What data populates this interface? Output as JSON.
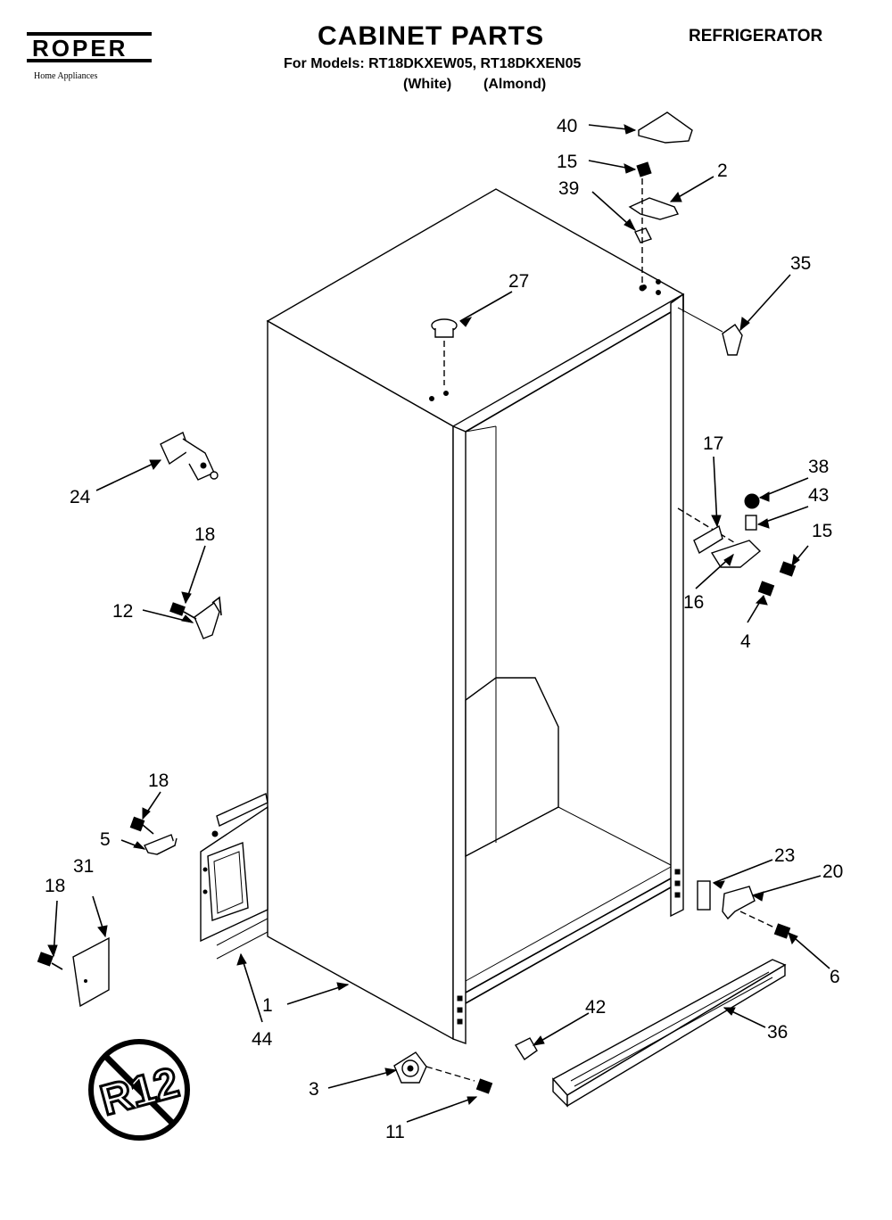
{
  "header": {
    "brand": "ROPER",
    "brand_sub": "Home Appliances",
    "title": "CABINET PARTS",
    "category": "REFRIGERATOR",
    "models_line": "For Models: RT18DKXEW05, RT18DKXEN05",
    "variant_white": "(White)",
    "variant_almond": "(Almond)"
  },
  "emblem": {
    "text": "R12",
    "meaning": "no-R12 refrigerant symbol"
  },
  "callouts": [
    "40",
    "15",
    "2",
    "39",
    "35",
    "27",
    "24",
    "18",
    "12",
    "17",
    "38",
    "43",
    "15",
    "16",
    "4",
    "18",
    "5",
    "31",
    "18",
    "1",
    "44",
    "3",
    "11",
    "42",
    "36",
    "23",
    "20",
    "6"
  ]
}
